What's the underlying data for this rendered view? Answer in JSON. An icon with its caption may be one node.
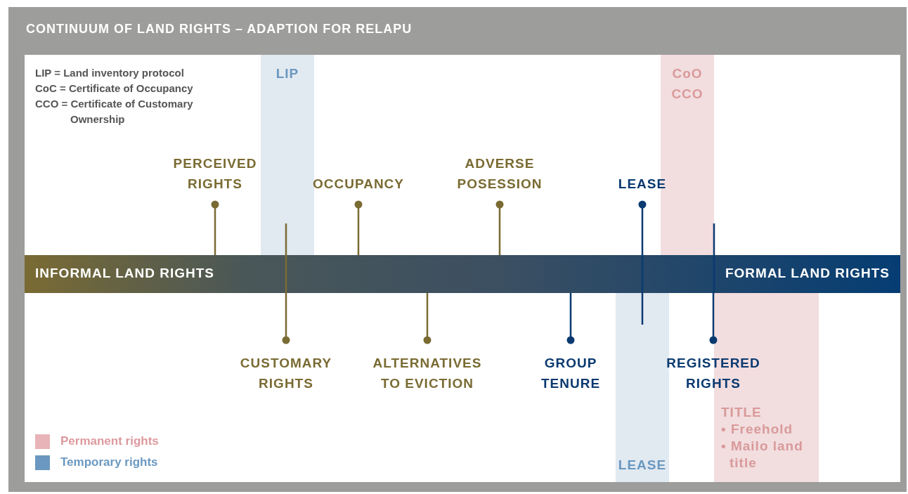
{
  "diagram": {
    "title": "CONTINUUM OF LAND RIGHTS – ADAPTION FOR RELAPU",
    "nodes": [
      {
        "text": [
          "LIP"
        ]
      },
      {
        "text": [
          "CoO",
          "CCO"
        ]
      },
      {
        "text": [
          "PERCEIVED RIGHTS"
        ]
      },
      {
        "text": [
          "OCCUPANCY"
        ]
      },
      {
        "text": [
          "ADVERSE POSESSION"
        ]
      },
      {
        "text": [
          "LEASE"
        ]
      },
      {
        "text": [
          "INFORMAL LAND RIGHTS",
          "FORMAL LAND RIGHTS"
        ]
      },
      {
        "text": [
          "CUSTOMARY RIGHTS"
        ]
      },
      {
        "text": [
          "ALTERNATIVES TO EVICTION"
        ]
      },
      {
        "text": [
          "GROUP TENURE"
        ]
      },
      {
        "text": [
          "REGISTERED RIGHTS"
        ]
      },
      {
        "text": [
          "LEASE"
        ]
      },
      {
        "text": [
          "TITLE",
          "• Freehold",
          "• Mailo land title"
        ]
      }
    ],
    "edges": [
      {
        "from": 2,
        "to": 6,
        "arrow": "other"
      },
      {
        "from": 3,
        "to": 6,
        "arrow": "other"
      },
      {
        "from": 4,
        "to": 6,
        "arrow": "other"
      },
      {
        "from": 5,
        "to": 6,
        "arrow": "other",
        "color": "#0b3a70"
      },
      {
        "from": 7,
        "to": 6,
        "arrow": "other"
      },
      {
        "from": 8,
        "to": 6,
        "arrow": "other"
      },
      {
        "from": 9,
        "to": 6,
        "arrow": "other",
        "color": "#0b3a70"
      },
      {
        "from": 10,
        "to": 6,
        "arrow": "other",
        "color": "#0b3a70"
      },
      {
        "from": 6,
        "to": 0,
        "arrow": "none"
      },
      {
        "from": 6,
        "to": 11,
        "arrow": "none",
        "color": "#0b3a70"
      },
      {
        "from": 6,
        "to": 1,
        "arrow": "none",
        "color": "#0b3a70"
      }
    ],
    "labels": [
      "LIP = Land inventory protocol",
      "CoC = Certificate of Occupancy",
      "CCO = Certificate of Customary Ownership"
    ],
    "legend": [
      {
        "text": "Permanent rights",
        "color": "#e8b4b8"
      },
      {
        "text": "Temporary rights",
        "color": "#6a98c0"
      }
    ]
  }
}
